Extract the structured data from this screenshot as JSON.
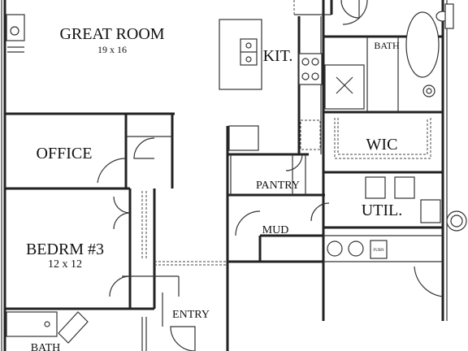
{
  "rooms": {
    "great_room": {
      "name": "GREAT ROOM",
      "size": "19 x 16"
    },
    "kitchen": {
      "name": "KIT."
    },
    "bath_top": {
      "name": "BATH"
    },
    "wic": {
      "name": "WIC"
    },
    "office": {
      "name": "OFFICE"
    },
    "pantry": {
      "name": "PANTRY"
    },
    "util": {
      "name": "UTIL."
    },
    "mud": {
      "name": "MUD"
    },
    "bedroom3": {
      "name": "BEDRM #3",
      "size": "12 x 12"
    },
    "entry": {
      "name": "ENTRY"
    },
    "bath_bottom": {
      "name": "BATH"
    }
  },
  "appliance_labels": {
    "furnace": "FURN"
  },
  "colors": {
    "line": "#222222",
    "background": "#ffffff",
    "text": "#111111"
  }
}
